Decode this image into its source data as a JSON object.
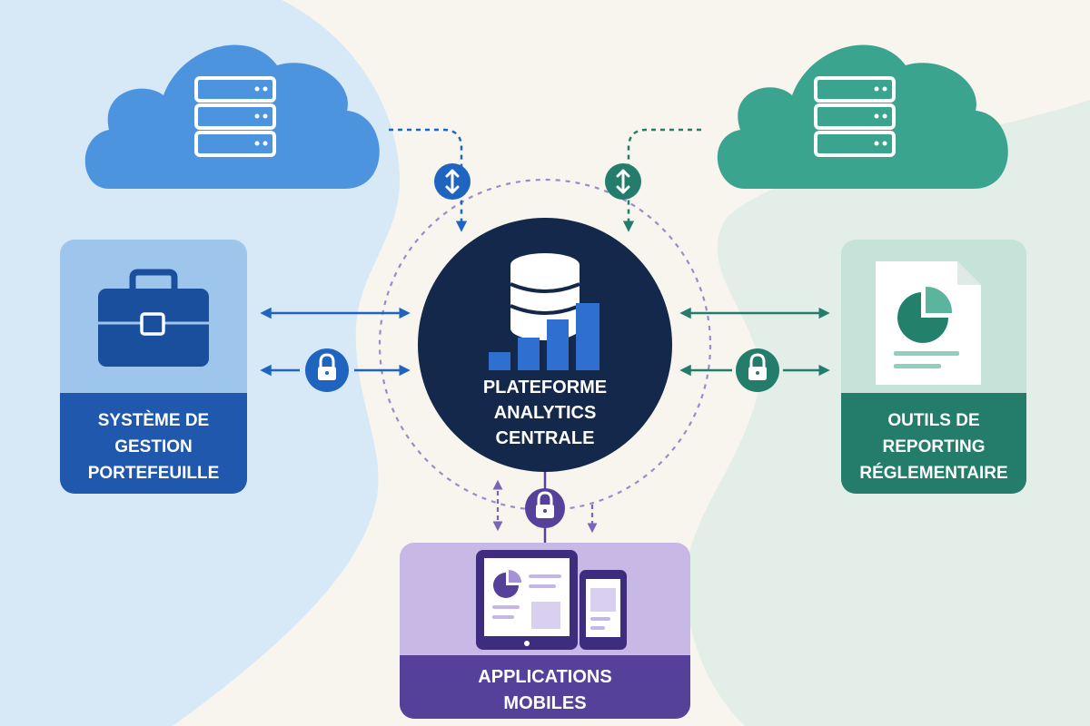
{
  "diagram": {
    "center": {
      "label": "Plateforme\nAnalytics\nCentrale",
      "icon": "database-analytics-icon"
    },
    "left": {
      "label": "Système de\nGestion\nPortefeuille",
      "icon": "briefcase-icon"
    },
    "right": {
      "label": "Outils de\nReporting\nRéglementaire",
      "icon": "report-document-icon"
    },
    "bottom": {
      "label": "Applications\nMobiles",
      "icon": "tablet-phone-icon"
    },
    "clouds": [
      {
        "name": "cloud-left",
        "icon": "server-stack-icon"
      },
      {
        "name": "cloud-right",
        "icon": "server-stack-icon"
      }
    ]
  },
  "colors": {
    "background": "#f7f5ee",
    "blue": "#1f65c0",
    "blue_light": "#4d94df",
    "teal": "#237d6a",
    "teal_light": "#3aa48e",
    "purple": "#55409a",
    "purple_light": "#c8b8e6",
    "navy": "#13284a"
  }
}
